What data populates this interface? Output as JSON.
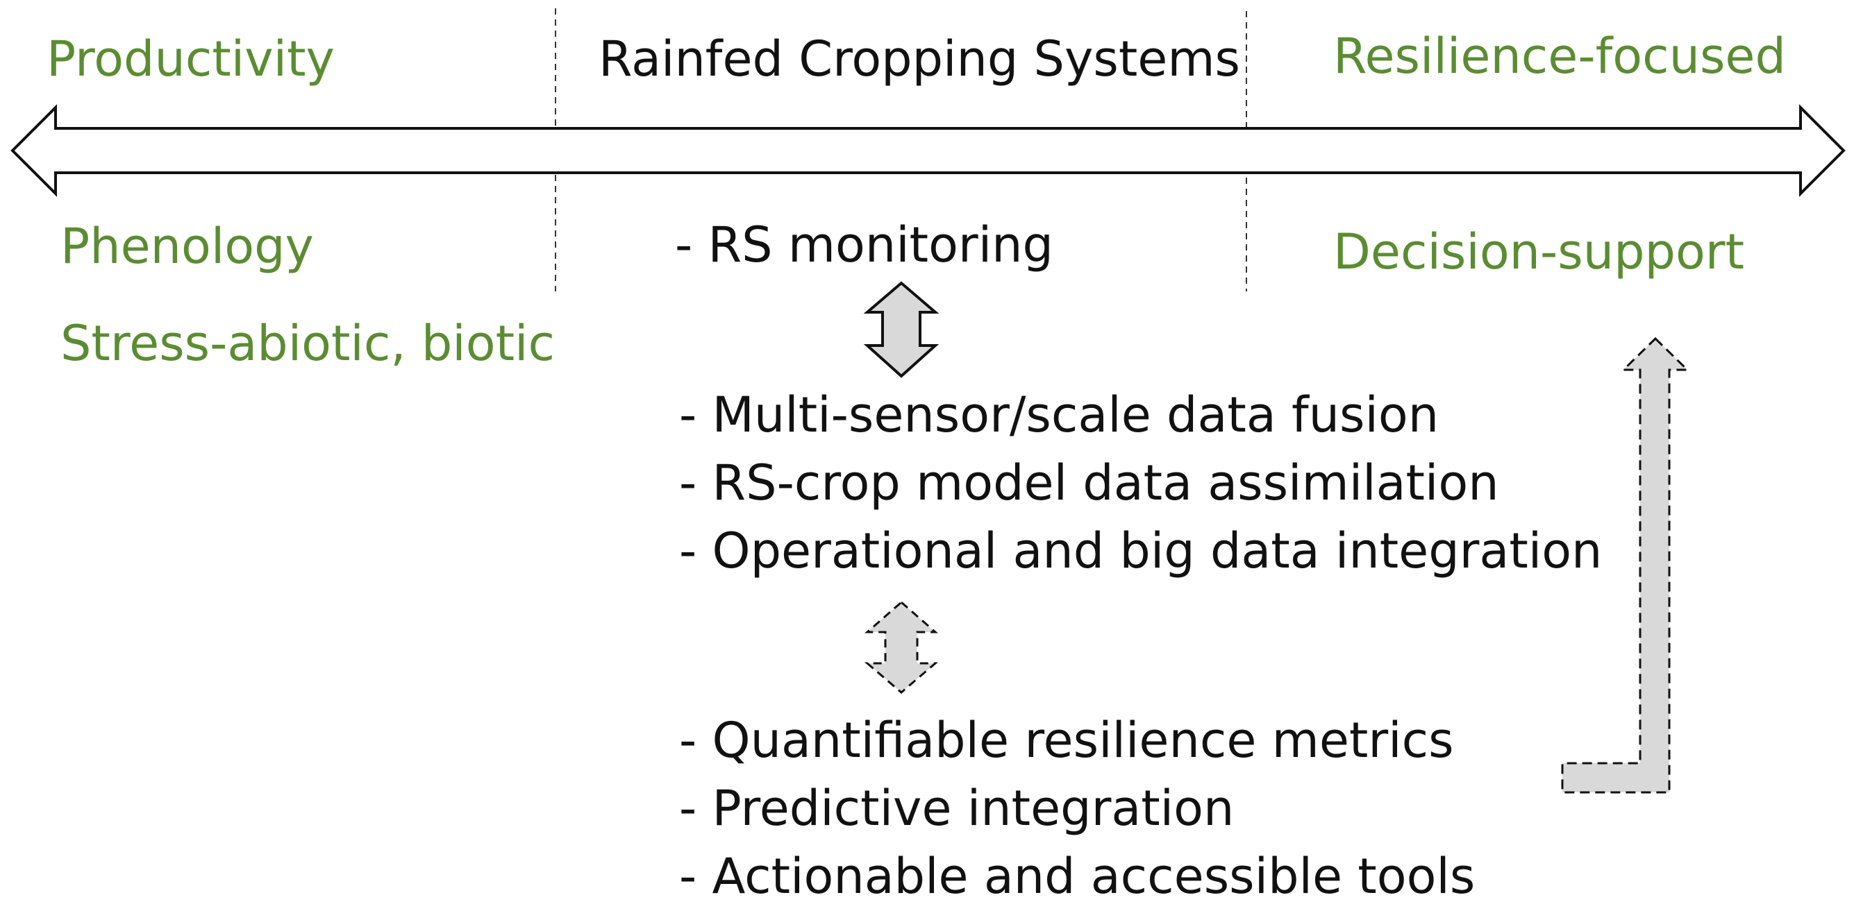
{
  "colors": {
    "green": "#5b8c32",
    "black": "#111111",
    "arrow_fill": "#d9d9d9"
  },
  "header": {
    "left": "Productivity",
    "center": "Rainfed Cropping Systems",
    "right": "Resilience-focused"
  },
  "left_column": {
    "item1": "Phenology",
    "item2": "Stress-abiotic, biotic"
  },
  "right_column": {
    "item1": "Decision-support"
  },
  "center_column": {
    "top_item": "- RS monitoring",
    "group1": [
      "- Multi-sensor/scale data fusion",
      "- RS-crop model data assimilation",
      "- Operational and big data integration"
    ],
    "group2": [
      "- Quantifiable resilience metrics",
      "- Predictive integration",
      "- Actionable and accessible tools"
    ]
  },
  "icons": {
    "main_arrow": "double-headed-horizontal-arrow",
    "arrow_solid": "double-headed-vertical-arrow-solid",
    "arrow_dashed": "double-headed-vertical-arrow-dashed",
    "arrow_bent": "bent-up-arrow-dashed"
  }
}
